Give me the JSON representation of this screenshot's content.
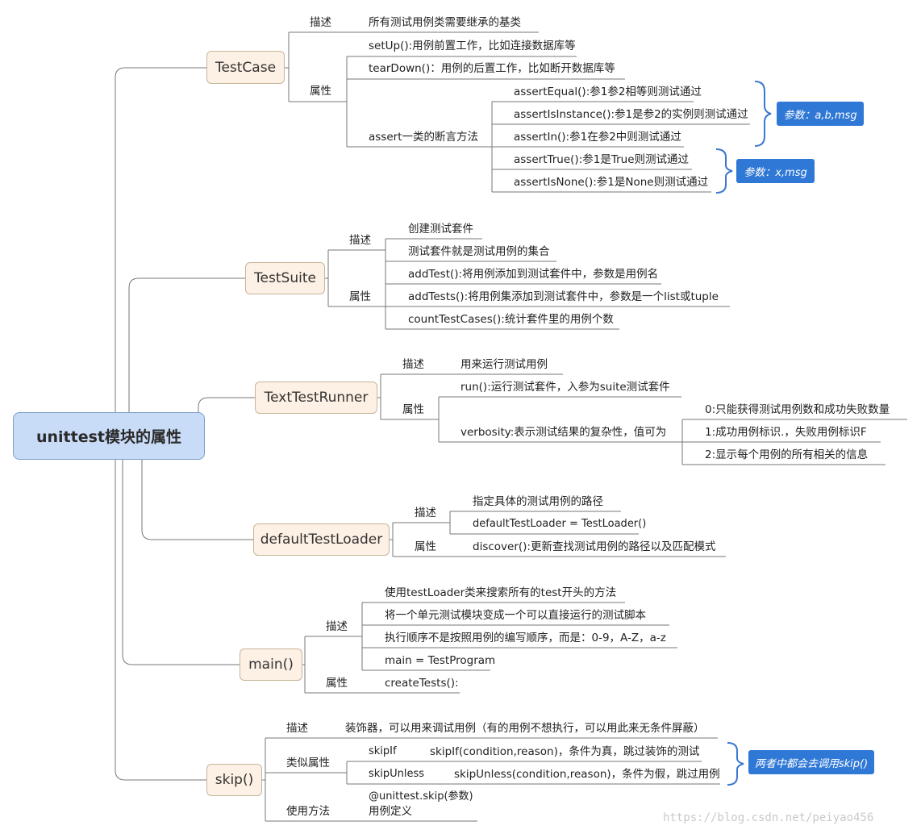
{
  "root": "unittest模块的属性",
  "testcase": {
    "title": "TestCase",
    "desc_label": "描述",
    "desc": "所有测试用例类需要继承的基类",
    "attr_label": "属性",
    "setup": "setUp():用例前置工作，比如连接数据库等",
    "teardown": "tearDown()：用例的后置工作，比如断开数据库等",
    "assert_label": "assert一类的断言方法",
    "assert_items": [
      "assertEqual():参1参2相等则测试通过",
      "assertIsInstance():参1是参2的实例则测试通过",
      "assertIn():参1在参2中则测试通过",
      "assertTrue():参1是True则测试通过",
      "assertIsNone():参1是None则测试通过"
    ],
    "note1": "参数：a,b,msg",
    "note2": "参数：x,msg"
  },
  "testsuite": {
    "title": "TestSuite",
    "desc_label": "描述",
    "desc_items": [
      "创建测试套件",
      "测试套件就是测试用例的集合"
    ],
    "attr_label": "属性",
    "attr_items": [
      "addTest():将用例添加到测试套件中，参数是用例名",
      "addTests():将用例集添加到测试套件中，参数是一个list或tuple",
      "countTestCases():统计套件里的用例个数"
    ]
  },
  "runner": {
    "title": "TextTestRunner",
    "desc_label": "描述",
    "desc": "用来运行测试用例",
    "attr_label": "属性",
    "run": "run():运行测试套件，入参为suite测试套件",
    "verbosity": "verbosity:表示测试结果的复杂性，值可为",
    "verbosity_items": [
      "0:只能获得测试用例数和成功失败数量",
      "1:成功用例标识.，失败用例标识F",
      "2:显示每个用例的所有相关的信息"
    ]
  },
  "loader": {
    "title": "defaultTestLoader",
    "desc_label": "描述",
    "desc_items": [
      "指定具体的测试用例的路径",
      "defaultTestLoader = TestLoader()"
    ],
    "attr_label": "属性",
    "attr": "discover():更新查找测试用例的路径以及匹配模式"
  },
  "main": {
    "title": "main()",
    "desc_label": "描述",
    "desc_items": [
      "使用testLoader类来搜索所有的test开头的方法",
      "将一个单元测试模块变成一个可以直接运行的测试脚本",
      "执行顺序不是按照用例的编写顺序，而是：0-9，A-Z，a-z",
      "main = TestProgram"
    ],
    "attr_label": "属性",
    "attr": "createTests():"
  },
  "skip": {
    "title": "skip()",
    "desc_label": "描述",
    "desc": "装饰器，可以用来调试用例（有的用例不想执行，可以用此来无条件屏蔽）",
    "similar_label": "类似属性",
    "skipif_name": "skipIf",
    "skipif_desc": "skipIf(condition,reason)，条件为真，跳过装饰的测试",
    "skipunless_name": "skipUnless",
    "skipunless_desc": "skipUnless(condition,reason)，条件为假，跳过用例",
    "usage_label": "使用方法",
    "usage_line1": "@unittest.skip(参数)",
    "usage_line2": "用例定义",
    "note": "两者中都会去调用skip()"
  },
  "watermark": "https://blog.csdn.net/peiyao456"
}
